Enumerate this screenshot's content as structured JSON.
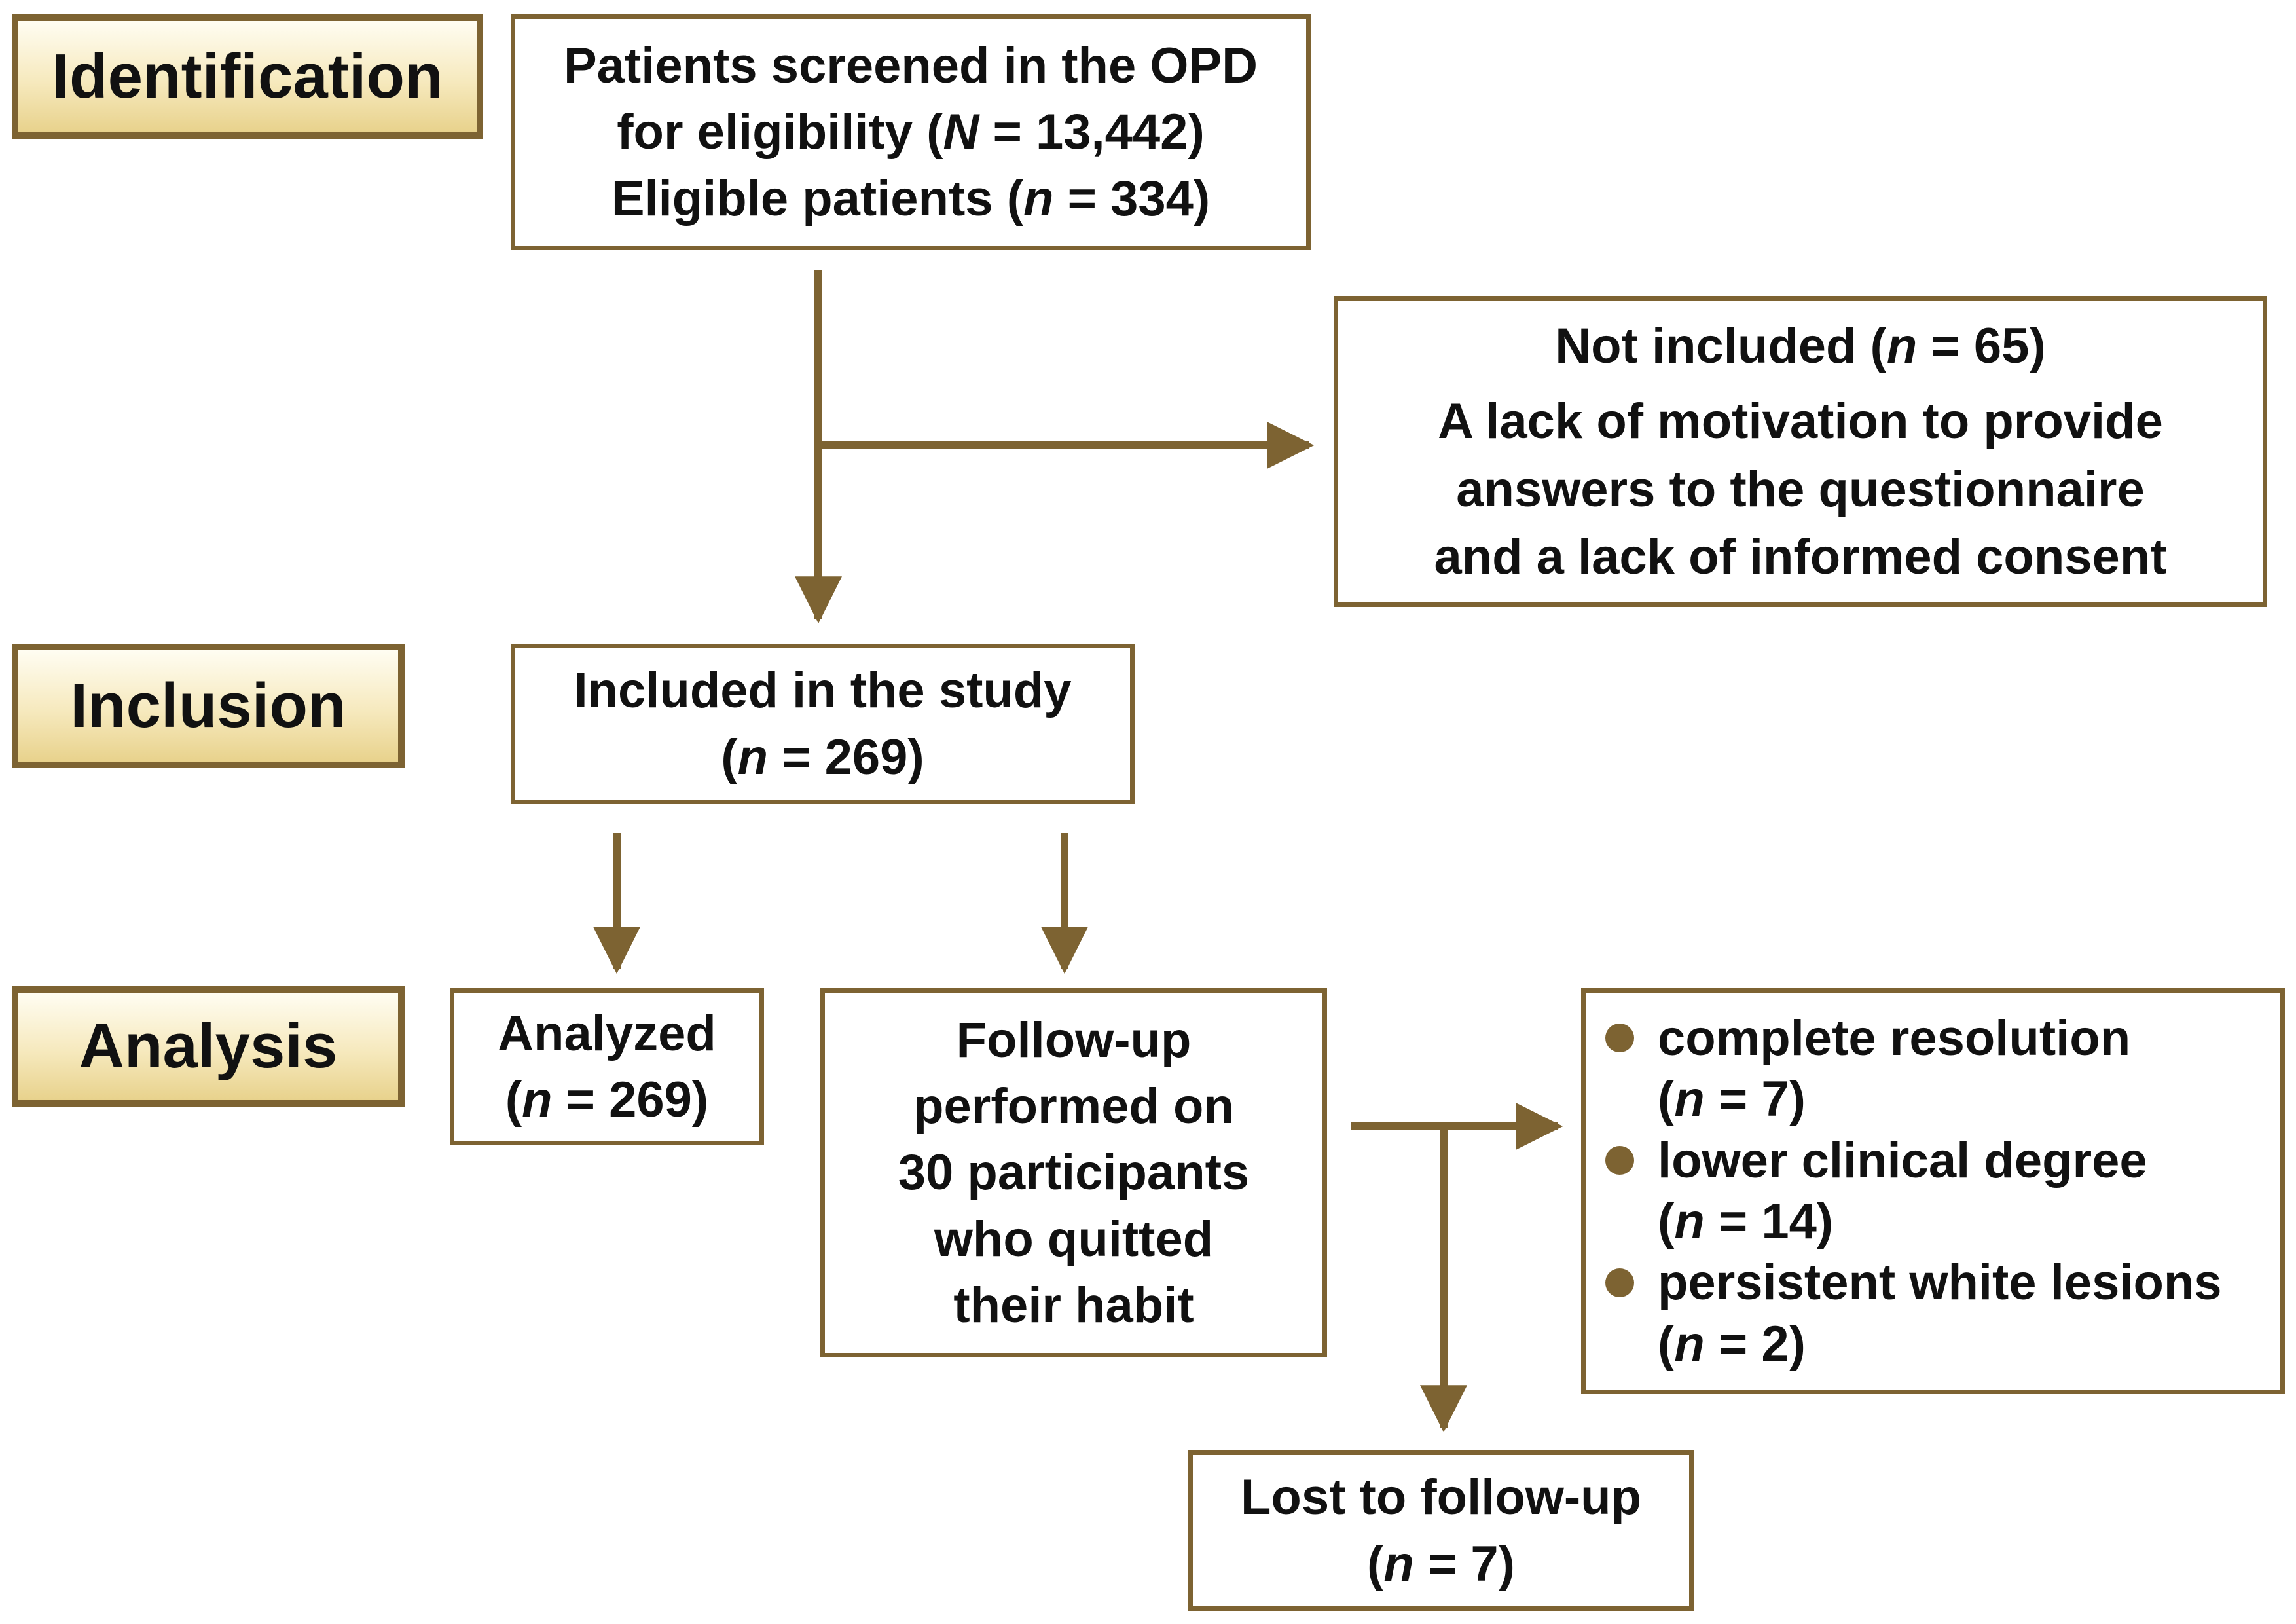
{
  "stages": {
    "identification": "Identification",
    "inclusion": "Inclusion",
    "analysis": "Analysis"
  },
  "screened": {
    "line1": "Patients screened in the OPD",
    "line2_pre": "for eligibility (",
    "line2_var": "N",
    "line2_post": " = 13,442)",
    "line3_pre": "Eligible patients (",
    "line3_var": "n",
    "line3_post": " = 334)"
  },
  "not_included": {
    "title_pre": "Not included (",
    "title_var": "n",
    "title_post": " = 65)",
    "reason_line1": "A lack of motivation to provide",
    "reason_line2": "answers to the questionnaire",
    "reason_line3": "and a lack of informed consent"
  },
  "included": {
    "line1": "Included in the study",
    "line2_pre": "(",
    "line2_var": "n",
    "line2_post": " = 269)"
  },
  "analyzed": {
    "line1": "Analyzed",
    "line2_pre": "(",
    "line2_var": "n",
    "line2_post": " = 269)"
  },
  "followup": {
    "line1": "Follow-up",
    "line2": "performed on",
    "line3": "30 participants",
    "line4": "who quitted",
    "line5": "their habit"
  },
  "outcomes": [
    {
      "label": "complete resolution",
      "count_pre": "(",
      "count_var": "n",
      "count_post": " = 7)"
    },
    {
      "label": "lower clinical degree",
      "count_pre": "(",
      "count_var": "n",
      "count_post": " = 14)"
    },
    {
      "label": "persistent white lesions",
      "count_pre": "(",
      "count_var": "n",
      "count_post": " = 2)"
    }
  ],
  "lost": {
    "line1": "Lost to follow-up",
    "line2_pre": "(",
    "line2_var": "n",
    "line2_post": " = 7)"
  },
  "colors": {
    "border": "#7d6332",
    "label_fill_top": "#fffdf2",
    "label_fill_bottom": "#e8d28c"
  }
}
